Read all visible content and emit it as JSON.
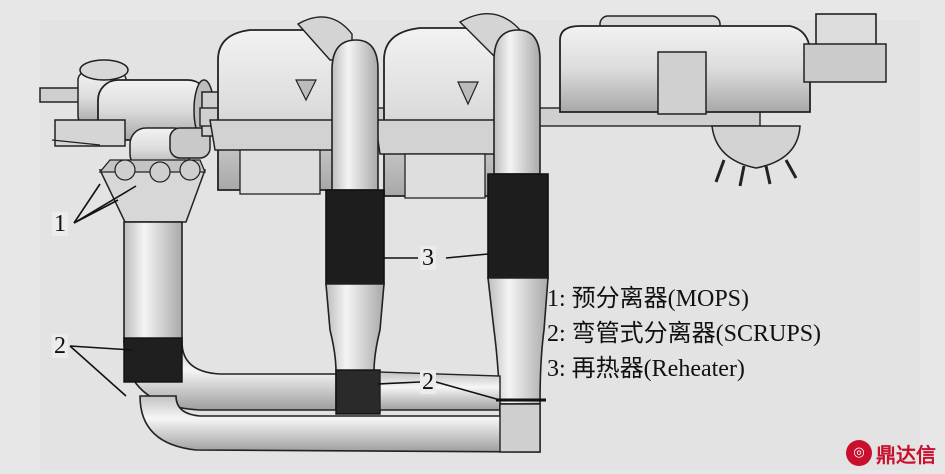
{
  "callouts": {
    "mops": "1",
    "scrups_left": "2",
    "scrups_center": "2",
    "reheater": "3"
  },
  "legend": [
    "1: 预分离器(MOPS)",
    "2: 弯管式分离器(SCRUPS)",
    "3: 再热器(Reheater)"
  ],
  "watermark": {
    "text": "鼎达信",
    "color": "#c8102e"
  }
}
